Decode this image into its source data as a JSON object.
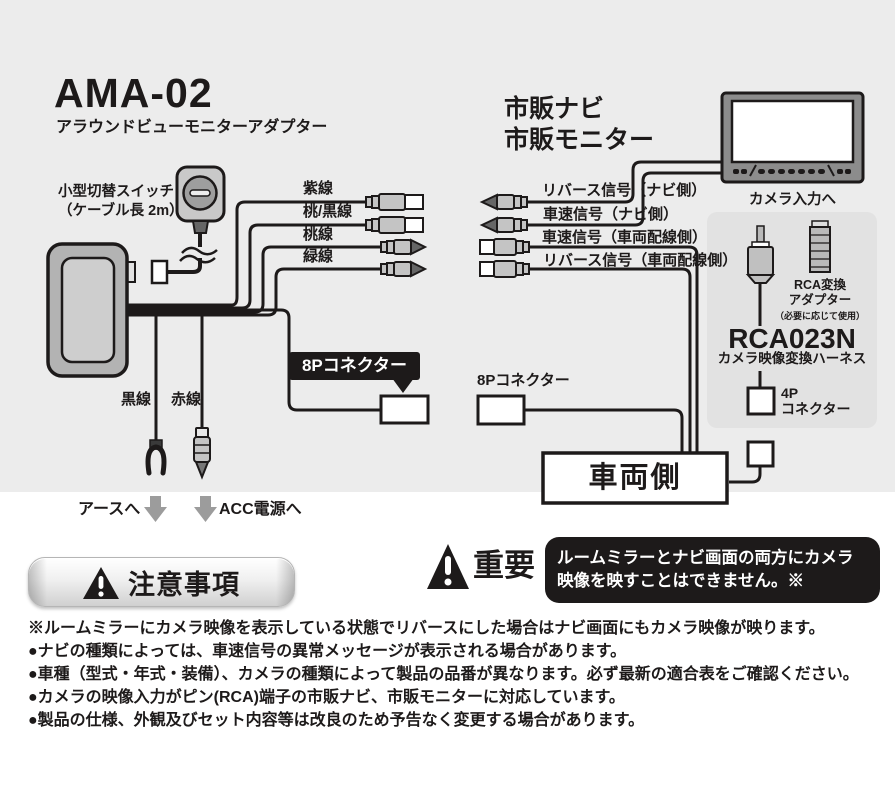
{
  "colors": {
    "page_bg": "#ffffff",
    "diagram_bg": "#ececec",
    "rca_panel_bg": "#e2e2e2",
    "line": "#1d1a1a",
    "important_bg": "#1d1a1a",
    "arrow_gray": "#9c9c9c"
  },
  "left_diagram": {
    "title": "AMA-02",
    "subtitle": "アラウンドビューモニターアダプター",
    "switch_label_line1": "小型切替スイッチ",
    "switch_label_line2": "（ケーブル長 2m）",
    "wires": [
      "紫線",
      "桃/黒線",
      "桃線",
      "緑線"
    ],
    "connector_8p_label": "8Pコネクター",
    "black_wire_label": "黒線",
    "red_wire_label": "赤線",
    "ground_label": "アースへ",
    "acc_label": "ACC電源へ"
  },
  "right_diagram": {
    "title_line1": "市販ナビ",
    "title_line2": "市販モニター",
    "camera_input_label": "カメラ入力へ",
    "signals": [
      "リバース信号（ナビ側）",
      "車速信号（ナビ側）",
      "車速信号（車両配線側）",
      "リバース信号（車両配線側）"
    ],
    "connector_8p_label": "8Pコネクター",
    "rca_adapter_line1": "RCA変換",
    "rca_adapter_line2": "アダプター",
    "rca_adapter_line3": "（必要に応じて使用）",
    "harness_model": "RCA023N",
    "harness_name": "カメラ映像変換ハーネス",
    "connector_4p_line1": "4P",
    "connector_4p_line2": "コネクター",
    "vehicle_side_label": "車両側"
  },
  "important": {
    "label": "重要",
    "message": "ルームミラーとナビ画面の両方にカメラ映像を映すことはできません。※"
  },
  "notes": {
    "banner_label": "注意事項",
    "items": [
      "※ルームミラーにカメラ映像を表示している状態でリバースにした場合はナビ画面にもカメラ映像が映ります。",
      "●ナビの種類によっては、車速信号の異常メッセージが表示される場合があります。",
      "●車種（型式・年式・装備）、カメラの種類によって製品の品番が異なります。必ず最新の適合表をご確認ください。",
      "●カメラの映像入力がピン(RCA)端子の市販ナビ、市販モニターに対応しています。",
      "●製品の仕様、外観及びセット内容等は改良のため予告なく変更する場合があります。"
    ]
  }
}
